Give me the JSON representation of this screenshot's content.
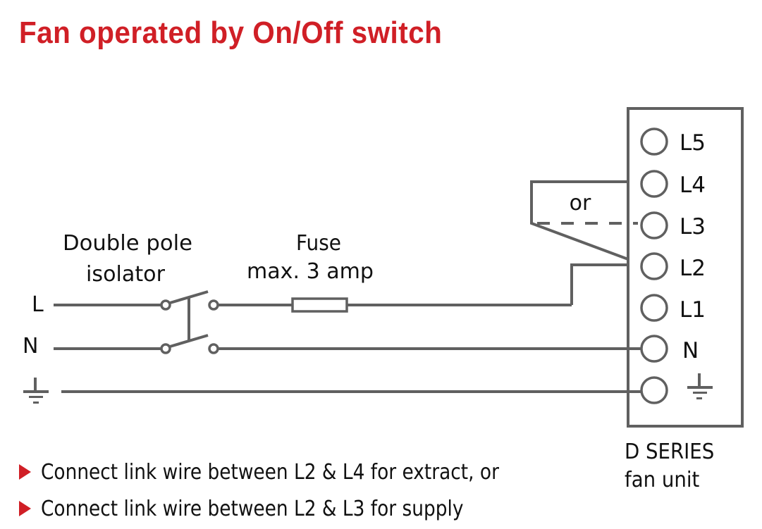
{
  "title": "Fan operated by On/Off switch",
  "colors": {
    "accent": "#d01f26",
    "wire": "#606060",
    "text": "#111111"
  },
  "supply": {
    "live_label": "L",
    "neutral_label": "N",
    "earth_icon": "earth-ground-icon"
  },
  "isolator": {
    "label_line1": "Double pole",
    "label_line2": "isolator"
  },
  "fuse": {
    "label_line1": "Fuse",
    "label_line2": "max. 3 amp"
  },
  "link": {
    "or_label": "or"
  },
  "fan_unit": {
    "terminals": [
      "L5",
      "L4",
      "L3",
      "L2",
      "L1",
      "N"
    ],
    "earth_icon": "earth-ground-icon",
    "label_line1": "D SERIES",
    "label_line2": "fan unit"
  },
  "notes": [
    "Connect link wire between L2 & L4 for extract, or",
    "Connect link wire between L2 & L3 for supply"
  ]
}
